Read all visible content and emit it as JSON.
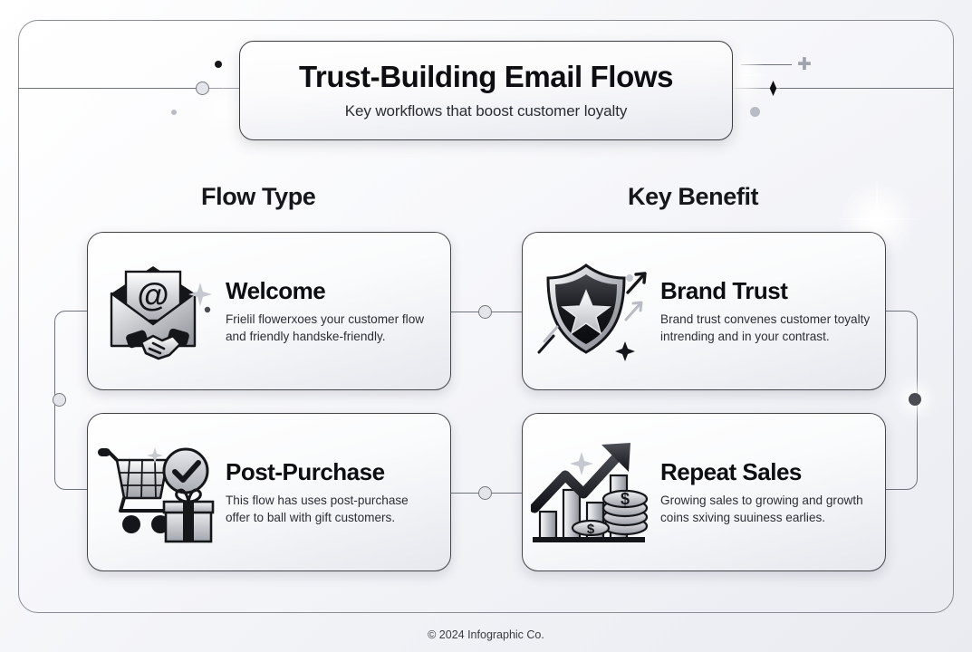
{
  "header": {
    "title": "Trust-Building Email Flows",
    "subtitle": "Key workflows that boost customer loyalty"
  },
  "columns": {
    "left_heading": "Flow Type",
    "right_heading": "Key Benefit"
  },
  "cards": [
    {
      "id": "welcome",
      "icon": "email-handshake-icon",
      "title": "Welcome",
      "description": "Frielil flowerxoes your customer flow and friendly handske-friendly."
    },
    {
      "id": "brand-trust",
      "icon": "shield-star-icon",
      "title": "Brand Trust",
      "description": "Brand trust convenes customer toyalty intrending and in your contrast."
    },
    {
      "id": "post-purchase",
      "icon": "cart-gift-check-icon",
      "title": "Post-Purchase",
      "description": "This flow has uses post-purchase offer to ball with gift customers."
    },
    {
      "id": "repeat-sales",
      "icon": "growth-chart-coins-icon",
      "title": "Repeat Sales",
      "description": "Growing sales to growing and growth coins sxiving suuiness earlies."
    }
  ],
  "footer": {
    "copyright": "© 2024 Infographic Co."
  },
  "colors": {
    "ink": "#0d0e11",
    "body_text": "#2c2e34",
    "card_border": "#43454b",
    "connector": "#6f737c",
    "background_start": "#ffffff",
    "background_end": "#e9ebf1"
  }
}
